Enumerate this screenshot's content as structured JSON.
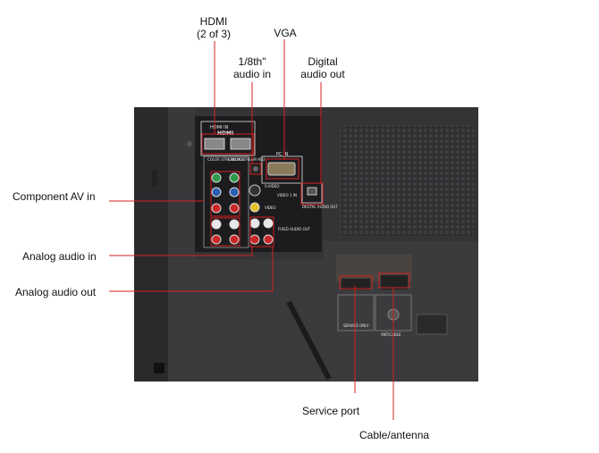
{
  "labels": {
    "hdmi_line1": "HDMI",
    "hdmi_line2": "(2 of 3)",
    "vga": "VGA",
    "eighth_line1": "1/8th\"",
    "eighth_line2": "audio in",
    "digital_line1": "Digital",
    "digital_line2": "audio out",
    "component": "Component AV in",
    "analog_in": "Analog audio in",
    "analog_out": "Analog audio out",
    "service": "Service port",
    "cable": "Cable/antenna"
  },
  "panel": {
    "hdmi_in": "HDMI IN",
    "hdmi_logo": "HDMI",
    "pc_in": "PC IN",
    "color_stream_1": "COLOR STREAM HD1",
    "color_stream_2": "COLOR STREAM HD2",
    "svideo": "S-VIDEO",
    "video1": "VIDEO 1 IN",
    "video": "VIDEO",
    "fixed_audio": "FIXED AUDIO OUT",
    "digital_audio": "DIGITAL AUDIO OUT",
    "service_only": "SERVICE ONLY",
    "ant_cable": "ANT/CABLE"
  },
  "colors": {
    "callout": "#d42020",
    "panel": "#2b2b2d",
    "panel_dark": "#1a1a1b"
  }
}
